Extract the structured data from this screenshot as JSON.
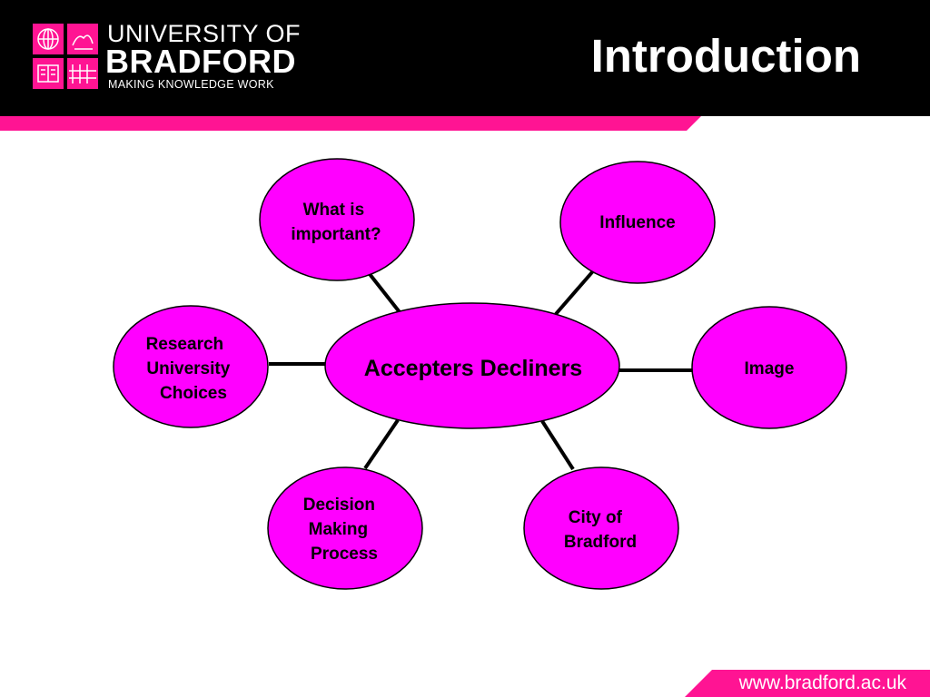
{
  "colors": {
    "brand_pink": "#ff00ff",
    "accent_pink": "#ff1493",
    "header_black": "#000000",
    "text": "#000000"
  },
  "header": {
    "logo_icon": "university-crest-icon",
    "uni_line1": "UNIVERSITY OF",
    "uni_line2": "BRADFORD",
    "tagline": "MAKING KNOWLEDGE WORK",
    "title": "Introduction"
  },
  "diagram": {
    "center": "Accepters Decliners",
    "nodes": [
      {
        "id": "what-is-important",
        "lines": [
          "What is",
          "important?"
        ]
      },
      {
        "id": "influence",
        "lines": [
          "Influence"
        ]
      },
      {
        "id": "research-university-choices",
        "lines": [
          "Research",
          "University",
          "Choices"
        ]
      },
      {
        "id": "image",
        "lines": [
          "Image"
        ]
      },
      {
        "id": "decision-making-process",
        "lines": [
          "Decision",
          "Making",
          "Process"
        ]
      },
      {
        "id": "city-of-bradford",
        "lines": [
          "City of",
          "Bradford"
        ]
      }
    ]
  },
  "footer": {
    "url": "www.bradford.ac.uk"
  }
}
